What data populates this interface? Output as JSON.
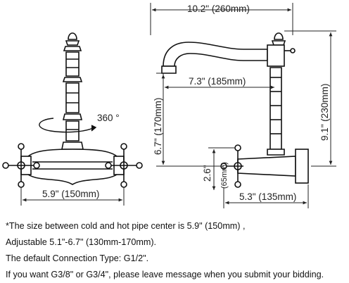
{
  "dimensions": {
    "overall_spout_length": "10.2\" (260mm)",
    "spout_reach": "7.3\" (185mm)",
    "overall_height": "9.1\" (230mm)",
    "spout_height": "6.7\" (170mm)",
    "inlet_height": "2.6\"",
    "inlet_height_mm": "(65mm)",
    "center_spacing": "5.9\" (150mm)",
    "wall_depth": "5.3\" (135mm)",
    "rotation": "360 °"
  },
  "notes": [
    "*The size between cold and hot pipe center is 5.9\" (150mm) ,",
    "Adjustable 5.1\"-6.7\" (130mm-170mm).",
    "The default Connection Type: G1/2\".",
    "If you want G3/8\" or G3/4\", please leave message when you submit your bidding."
  ]
}
